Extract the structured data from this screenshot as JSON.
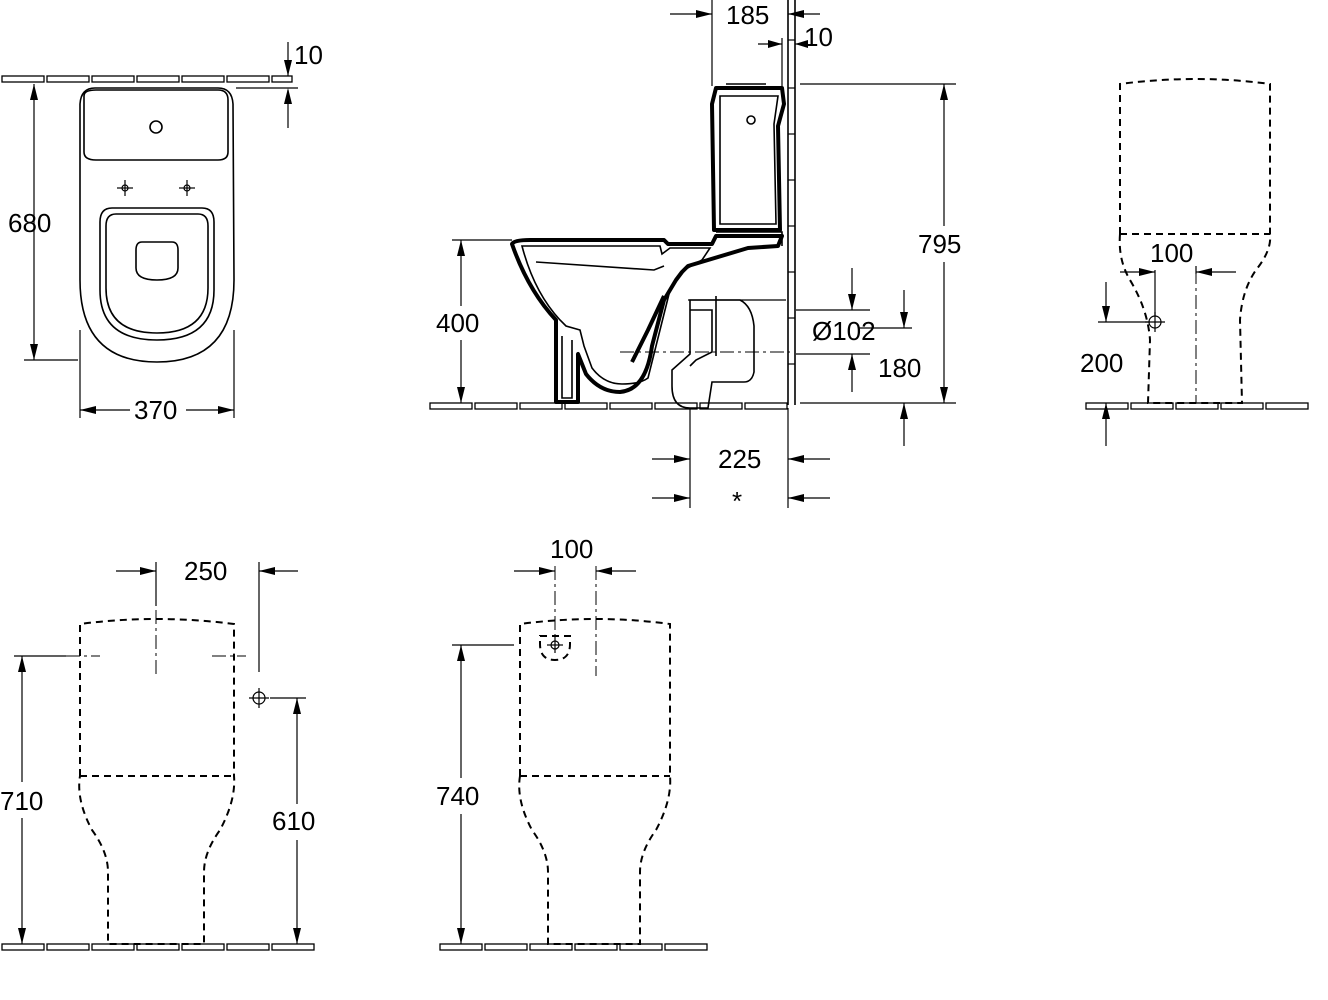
{
  "views": {
    "top": {
      "dim_depth": "680",
      "dim_width": "370",
      "dim_wall_gap": "10"
    },
    "side": {
      "dim_cistern_depth": "185",
      "dim_wall_gap": "10",
      "dim_total_height": "795",
      "dim_seat_height": "400",
      "dim_outlet_diameter": "Ø102",
      "dim_outlet_height": "180",
      "dim_outlet_distance": "225",
      "dim_asterisk": "*"
    },
    "front": {
      "dim_inlet_offset": "100",
      "dim_inlet_height": "200"
    },
    "rear_left": {
      "dim_spacing": "250",
      "dim_height": "710",
      "dim_inlet_height": "610"
    },
    "rear_right": {
      "dim_offset": "100",
      "dim_height": "740"
    }
  }
}
